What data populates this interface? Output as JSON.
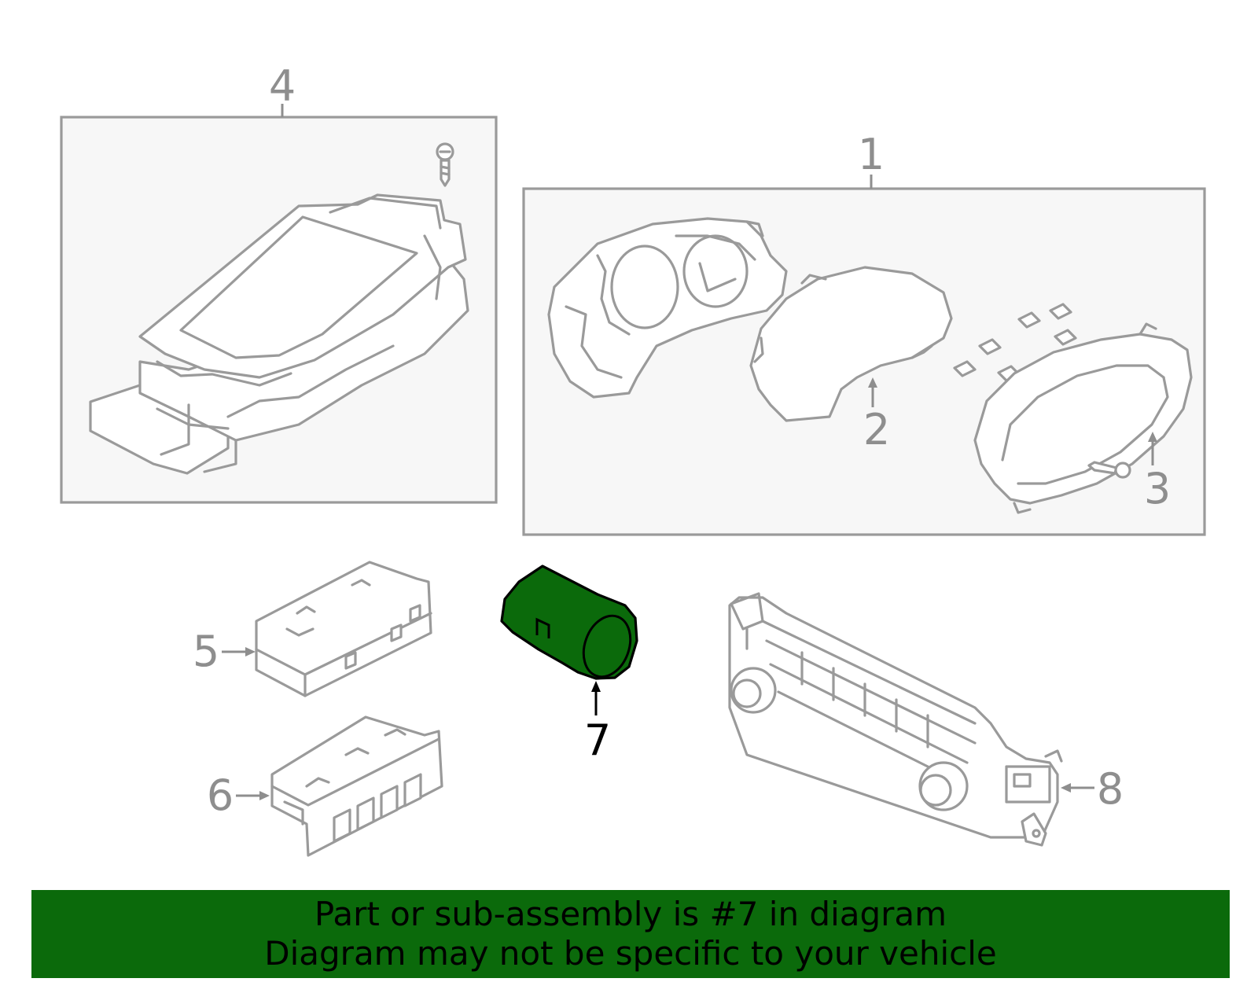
{
  "colors": {
    "highlight_part": "#0b6a0b",
    "banner": "#0b6a0b",
    "line_art": "#9a9a9a",
    "box_fill": "#f7f7f7"
  },
  "callouts": {
    "c1": "1",
    "c2": "2",
    "c3": "3",
    "c4": "4",
    "c5": "5",
    "c6": "6",
    "c7": "7",
    "c8": "8"
  },
  "banner": {
    "line1": "Part or sub-assembly is #7 in diagram",
    "line2": "Diagram may not be specific to your vehicle"
  }
}
